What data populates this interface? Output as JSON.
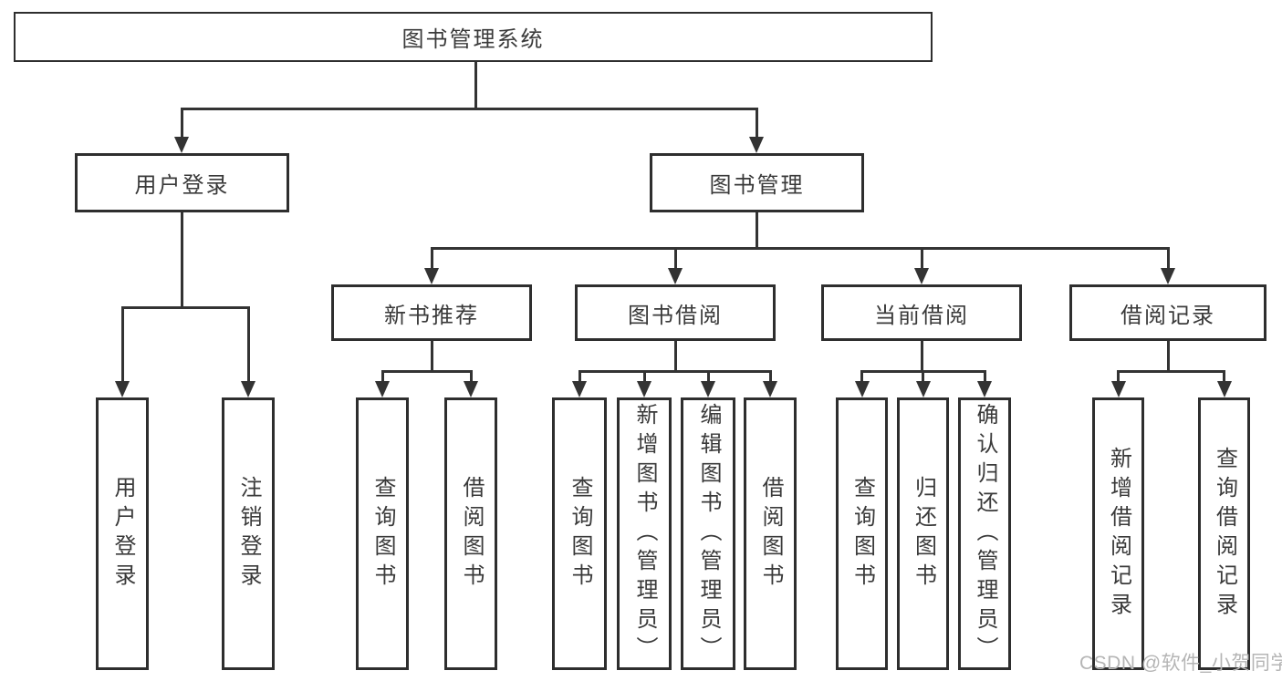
{
  "diagram_title": "图书管理系统",
  "tree": {
    "root": "图书管理系统",
    "branches": [
      {
        "label": "用户登录",
        "children": [
          "用户登录",
          "注销登录"
        ]
      },
      {
        "label": "图书管理",
        "groups": [
          {
            "label": "新书推荐",
            "children": [
              "查询图书",
              "借阅图书"
            ]
          },
          {
            "label": "图书借阅",
            "children": [
              "查询图书",
              "新增图书（管理员）",
              "编辑图书（管理员）",
              "借阅图书"
            ]
          },
          {
            "label": "当前借阅",
            "children": [
              "查询图书",
              "归还图书",
              "确认归还（管理员）"
            ]
          },
          {
            "label": "借阅记录",
            "children": [
              "新增借阅记录",
              "查询借阅记录"
            ]
          }
        ]
      }
    ]
  },
  "watermark": "CSDN @软件_小贺同学",
  "colors": {
    "line": "#333333",
    "border": "#2e2e2e",
    "text": "#3a3a3a",
    "watermark": "#b5b5b5",
    "background": "#ffffff"
  }
}
